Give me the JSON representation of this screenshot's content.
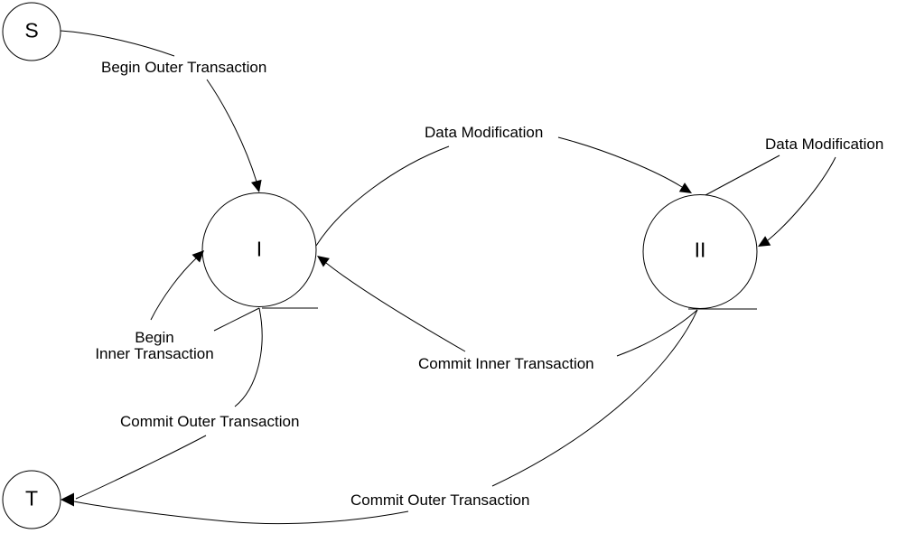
{
  "diagram": {
    "background": "#ffffff",
    "line_color": "#000000",
    "text_color": "#000000",
    "nodes": [
      {
        "id": "start",
        "label": "S"
      },
      {
        "id": "state-1",
        "label": "I"
      },
      {
        "id": "state-2",
        "label": "II"
      },
      {
        "id": "terminal",
        "label": "T"
      }
    ],
    "edges": [
      {
        "from": "S",
        "to": "I",
        "label": "Begin Outer Transaction"
      },
      {
        "from": "I",
        "to": "II",
        "label": "Data Modification"
      },
      {
        "from": "II",
        "to": "II",
        "label": "Data Modification"
      },
      {
        "from": "I",
        "to": "I",
        "label": "Begin\nInner Transaction"
      },
      {
        "from": "II",
        "to": "I",
        "label": "Commit Inner Transaction"
      },
      {
        "from": "I",
        "to": "T",
        "label": "Commit Outer Transaction"
      },
      {
        "from": "II",
        "to": "T",
        "label": "Commit Outer Transaction"
      }
    ]
  }
}
